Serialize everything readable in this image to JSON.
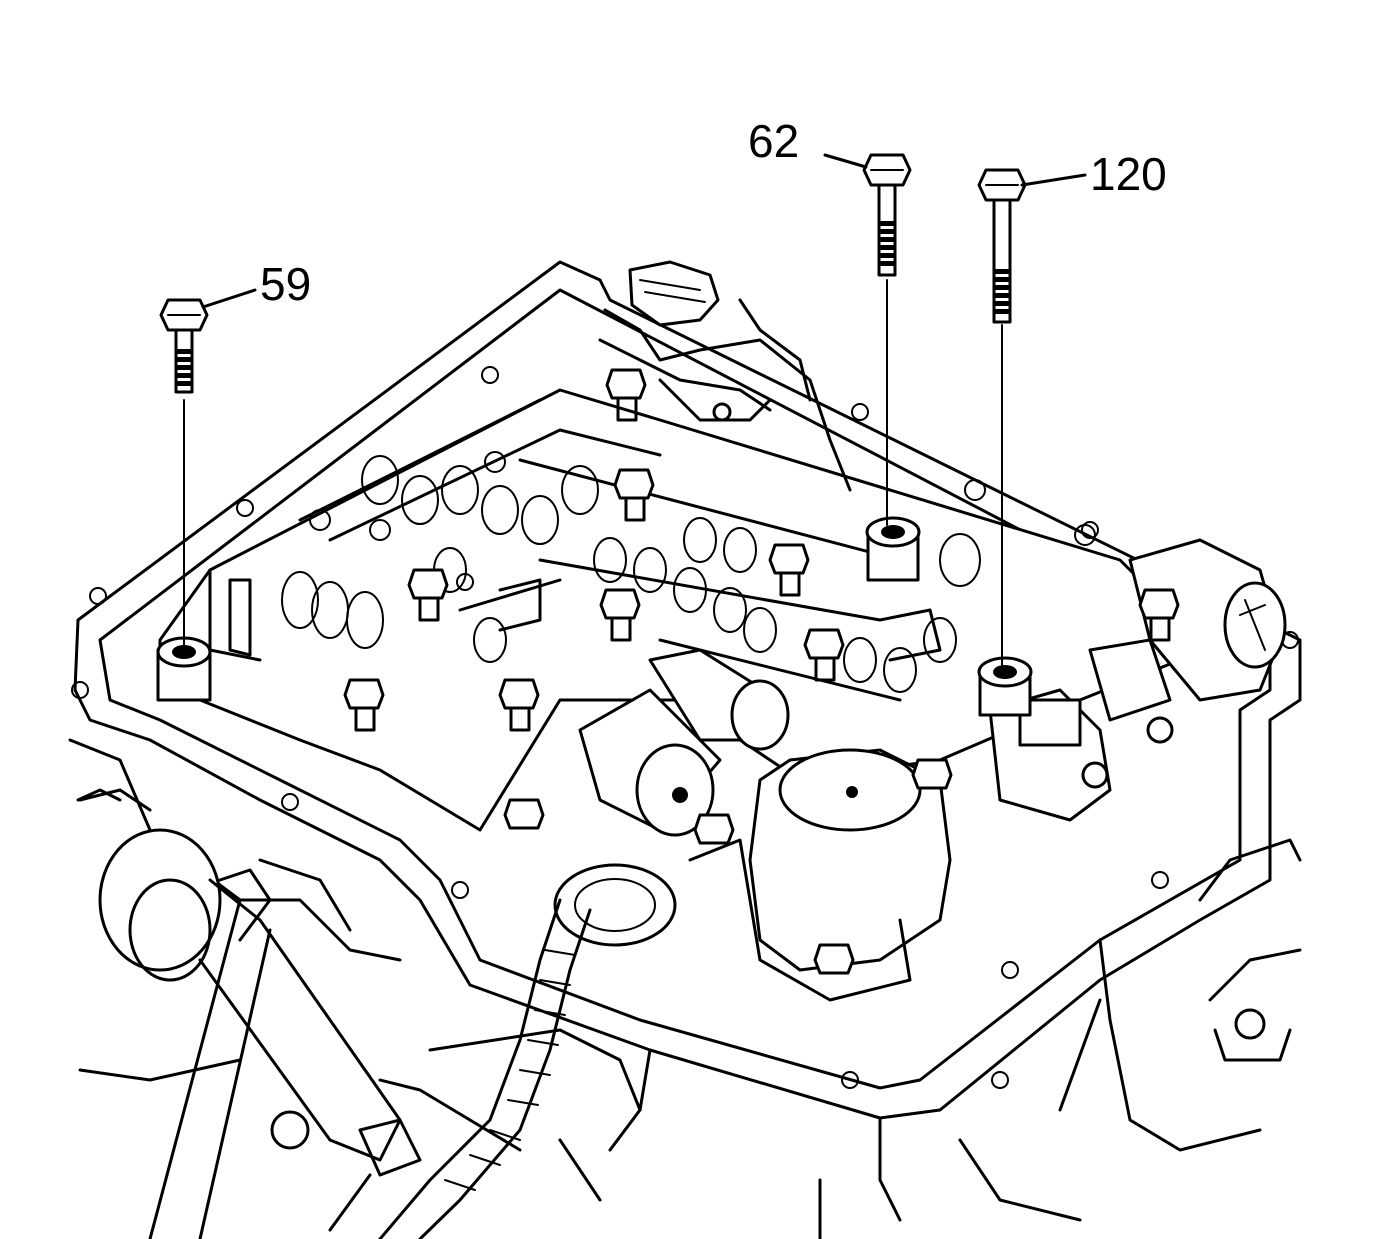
{
  "callouts": {
    "bolt_59": {
      "label": "59"
    },
    "bolt_62": {
      "label": "62"
    },
    "bolt_120": {
      "label": "120"
    }
  },
  "colors": {
    "line": "#000000",
    "background": "#ffffff"
  }
}
